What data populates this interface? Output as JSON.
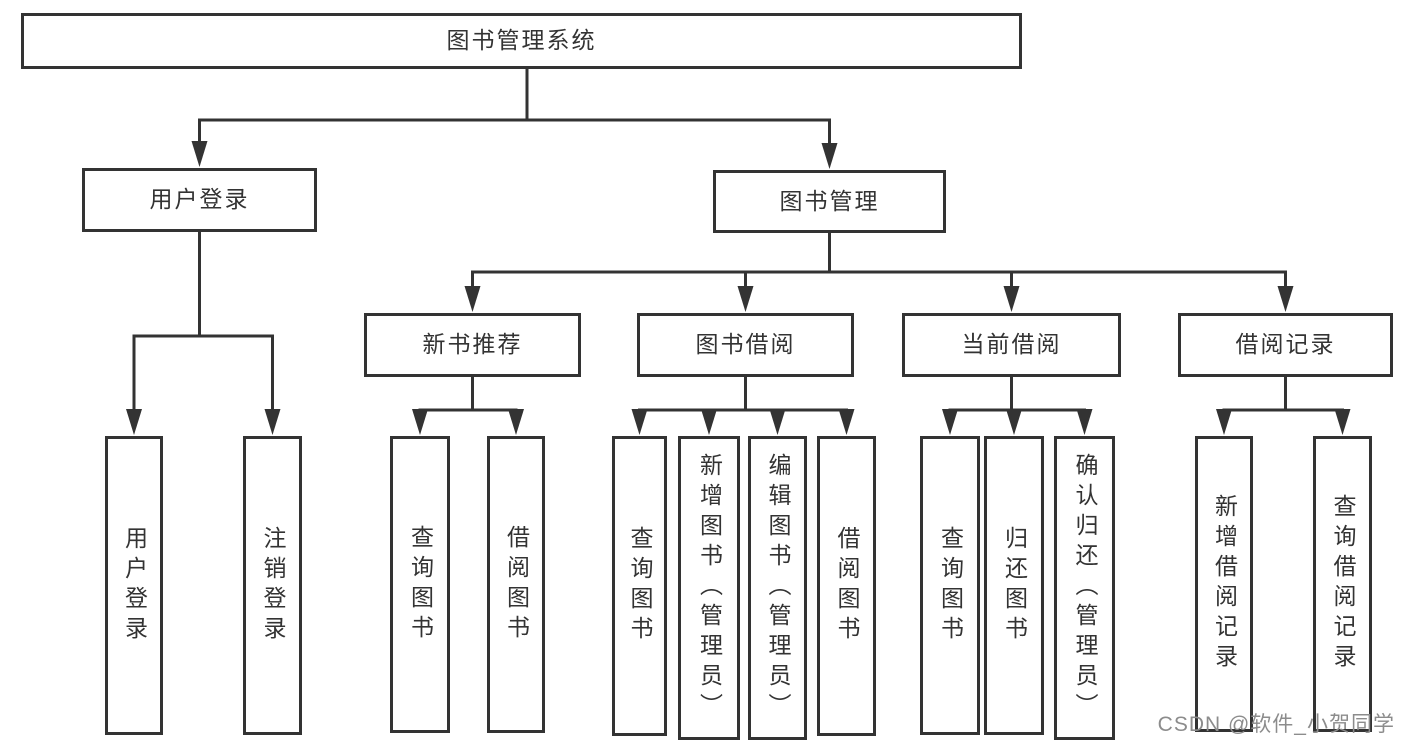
{
  "diagram_title": "图书管理系统",
  "nodes": {
    "root": "图书管理系统",
    "user_login_branch": "用户登录",
    "book_mgmt_branch": "图书管理",
    "new_book_rec": "新书推荐",
    "book_borrow": "图书借阅",
    "current_borrow": "当前借阅",
    "borrow_records": "借阅记录",
    "leaf_user_login": "用户登录",
    "leaf_logout": "注销登录",
    "leaf_query_book_1": "查询图书",
    "leaf_borrow_book_1": "借阅图书",
    "leaf_query_book_2": "查询图书",
    "leaf_add_book": "新增图书（管理员）",
    "leaf_edit_book": "编辑图书（管理员）",
    "leaf_borrow_book_2": "借阅图书",
    "leaf_query_book_3": "查询图书",
    "leaf_return_book": "归还图书",
    "leaf_confirm_return": "确认归还（管理员）",
    "leaf_add_borrow_record": "新增借阅记录",
    "leaf_query_borrow_record": "查询借阅记录"
  },
  "hierarchy": {
    "label": "图书管理系统",
    "children": [
      {
        "label": "用户登录",
        "children": [
          {
            "label": "用户登录"
          },
          {
            "label": "注销登录"
          }
        ]
      },
      {
        "label": "图书管理",
        "children": [
          {
            "label": "新书推荐",
            "children": [
              {
                "label": "查询图书"
              },
              {
                "label": "借阅图书"
              }
            ]
          },
          {
            "label": "图书借阅",
            "children": [
              {
                "label": "查询图书"
              },
              {
                "label": "新增图书（管理员）"
              },
              {
                "label": "编辑图书（管理员）"
              },
              {
                "label": "借阅图书"
              }
            ]
          },
          {
            "label": "当前借阅",
            "children": [
              {
                "label": "查询图书"
              },
              {
                "label": "归还图书"
              },
              {
                "label": "确认归还（管理员）"
              }
            ]
          },
          {
            "label": "借阅记录",
            "children": [
              {
                "label": "新增借阅记录"
              },
              {
                "label": "查询借阅记录"
              }
            ]
          }
        ]
      }
    ]
  },
  "watermark": {
    "text": "CSDN @软件_小贺同学"
  },
  "colors": {
    "line": "#333333",
    "box_border": "#333333",
    "text": "#333333",
    "background": "#ffffff",
    "watermark": "#8c8c8c"
  }
}
